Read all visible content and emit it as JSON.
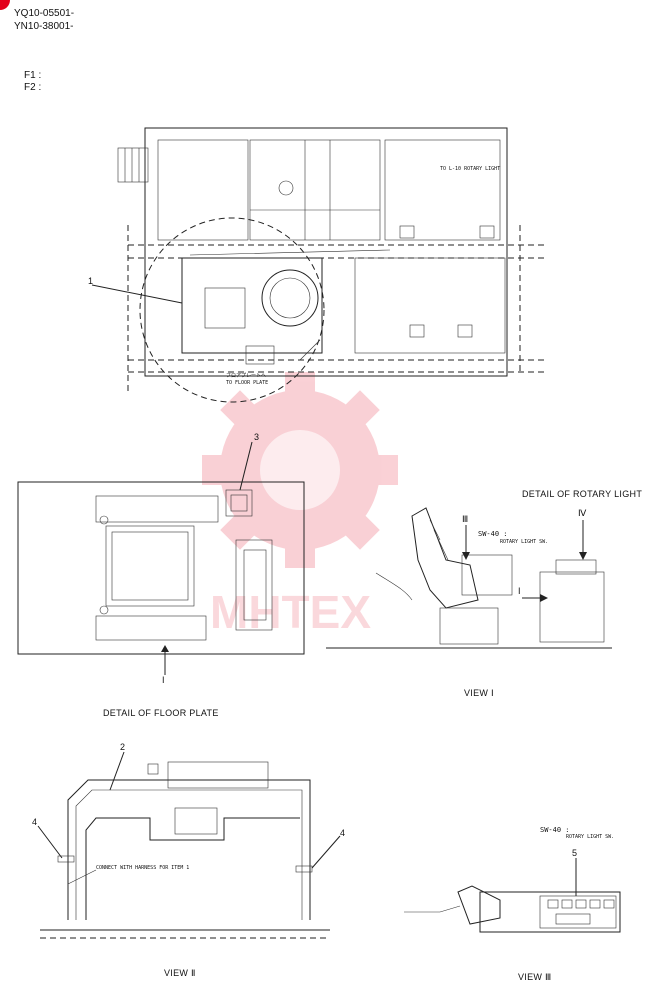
{
  "header": {
    "serial_1": "YQ10-05501-",
    "serial_2": "YN10-38001-",
    "f1": "F1 :",
    "f2": "F2 :"
  },
  "callouts": {
    "c1": "1",
    "c2": "2",
    "c3": "3",
    "c4a": "4",
    "c4b": "4",
    "c5": "5",
    "view_marker_1": "I",
    "view_marker_2": "I",
    "view_marker_3": "Ⅲ",
    "view_marker_4": "Ⅳ"
  },
  "labels": {
    "to_rotary_light": "TO L-10 ROTARY LIGHT",
    "floor_plate_jp": "フロアプレートへ",
    "to_floor_plate": "TO FLOOR PLATE",
    "detail_rotary": "DETAIL OF ROTARY LIGHT",
    "sw40": "SW-40 :",
    "rotary_sw": "ROTARY LIGHT SW.",
    "view_i": "VIEW Ⅰ",
    "detail_floor": "DETAIL OF FLOOR PLATE",
    "connect_harness": "CONNECT WITH HARNESS FOR ITEM 1",
    "view_ii": "VIEW Ⅱ",
    "view_iii": "VIEW Ⅲ",
    "sw40_b": "SW-40 :",
    "rotary_sw_b": "ROTARY LIGHT SW."
  },
  "watermark": "MHTEX"
}
